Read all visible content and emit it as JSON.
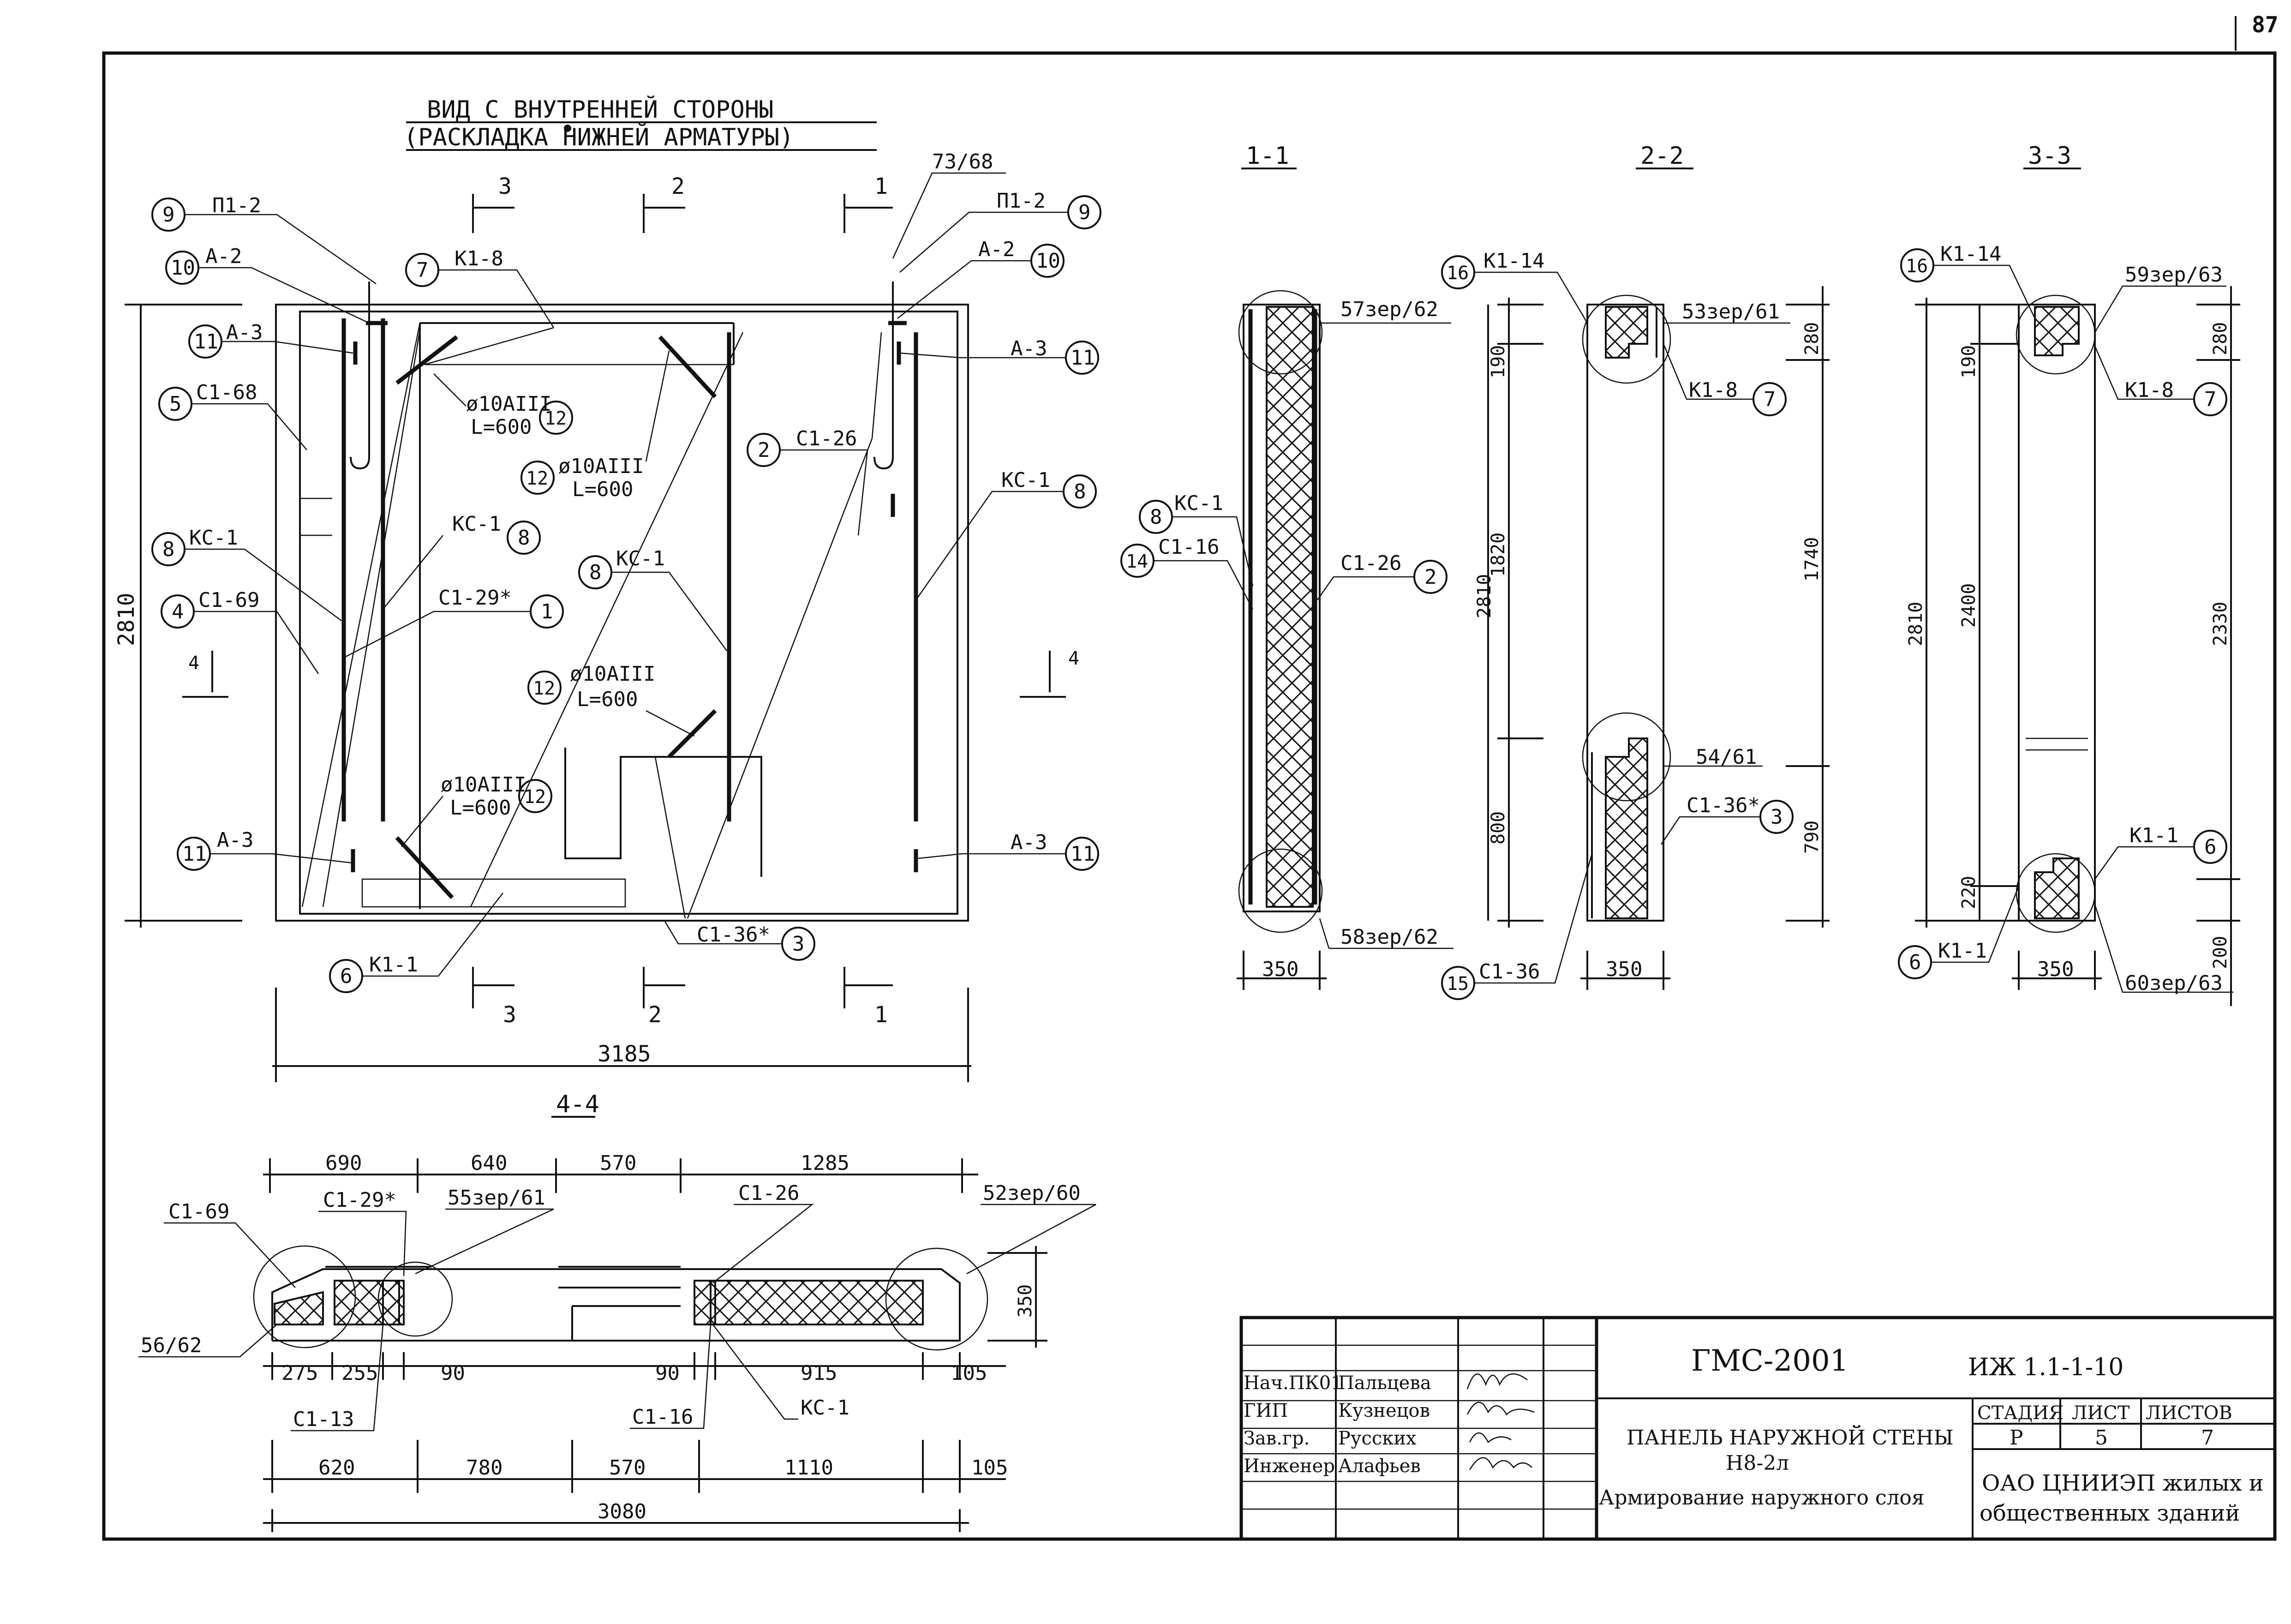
{
  "page_number": "87",
  "main_view": {
    "title_line1": "ВИД С ВНУТРЕННЕЙ СТОРОНЫ",
    "title_line2": "(РАСКЛАДКА НИЖНЕЙ АРМАТУРЫ)",
    "overall_height": "2810",
    "overall_width": "3185",
    "section_numbers": [
      "1",
      "2",
      "3",
      "4"
    ],
    "callouts": [
      {
        "num": "9",
        "label": "П1-2"
      },
      {
        "num": "10",
        "label": "А-2"
      },
      {
        "num": "11",
        "label": "А-3"
      },
      {
        "num": "5",
        "label": "С1-68"
      },
      {
        "num": "8",
        "label": "КС-1"
      },
      {
        "num": "4",
        "label": "С1-69"
      },
      {
        "num": "7",
        "label": "К1-8"
      },
      {
        "num": "12",
        "label": "ø10АIII",
        "sub": "L=600"
      },
      {
        "num": "2",
        "label": "С1-26"
      },
      {
        "num": "1",
        "label": "С1-29*"
      },
      {
        "num": "6",
        "label": "К1-1"
      },
      {
        "num": "3",
        "label": "С1-36*"
      },
      {
        "num": "",
        "label": "73/68"
      }
    ]
  },
  "section_1_1": {
    "title": "1-1",
    "labels": [
      "57зер/62",
      "58зер/62",
      "КС-1",
      "С1-16",
      "С1-26"
    ],
    "callout_nums": [
      "8",
      "14",
      "2"
    ],
    "dim_width": "350"
  },
  "section_2_2": {
    "title": "2-2",
    "labels": [
      "К1-14",
      "53зер/61",
      "К1-8",
      "54/61",
      "С1-36*",
      "С1-36"
    ],
    "callout_nums": [
      "16",
      "7",
      "3",
      "15"
    ],
    "dims_left": [
      "190",
      "1820",
      "2810",
      "800"
    ],
    "dims_right": [
      "280",
      "1740",
      "790"
    ],
    "dim_width": "350"
  },
  "section_3_3": {
    "title": "3-3",
    "labels": [
      "К1-14",
      "59зер/63",
      "К1-8",
      "К1-1",
      "К1-1",
      "60зер/63"
    ],
    "callout_nums": [
      "16",
      "7",
      "6",
      "6"
    ],
    "dims_left": [
      "2810",
      "190",
      "2400",
      "220"
    ],
    "dims_right": [
      "280",
      "2330",
      "200"
    ],
    "dim_width": "350"
  },
  "section_4_4": {
    "title": "4-4",
    "top_dims": [
      "690",
      "640",
      "570",
      "1285"
    ],
    "bottom_dims_1": [
      "275",
      "255",
      "90",
      "90",
      "915",
      "105"
    ],
    "bottom_dims_2": [
      "620",
      "780",
      "570",
      "1110",
      "105"
    ],
    "overall": "3080",
    "height": "350",
    "labels": [
      "С1-69",
      "С1-29*",
      "55зер/61",
      "С1-26",
      "52зер/60",
      "56/62",
      "С1-13",
      "С1-16",
      "КС-1"
    ]
  },
  "title_block": {
    "code": "ГМС-2001",
    "doc": "ИЖ 1.1-1-10",
    "name_line1": "ПАНЕЛЬ НАРУЖНОЙ СТЕНЫ",
    "name_line2": "Н8-2л",
    "name_line3": "Армирование наружного слоя",
    "stage_header": "СТАДИЯ",
    "sheet_header": "ЛИСТ",
    "sheets_header": "ЛИСТОВ",
    "stage": "Р",
    "sheet": "5",
    "sheets": "7",
    "org_line1": "ОАО ЦНИИЭП жилых и",
    "org_line2": "общественных зданий",
    "staff": [
      {
        "role": "Нач.ПК01",
        "name": "Пальцева"
      },
      {
        "role": "ГИП",
        "name": "Кузнецов"
      },
      {
        "role": "Зав.гр.",
        "name": "Русских"
      },
      {
        "role": "Инженер",
        "name": "Алафьев"
      }
    ]
  }
}
